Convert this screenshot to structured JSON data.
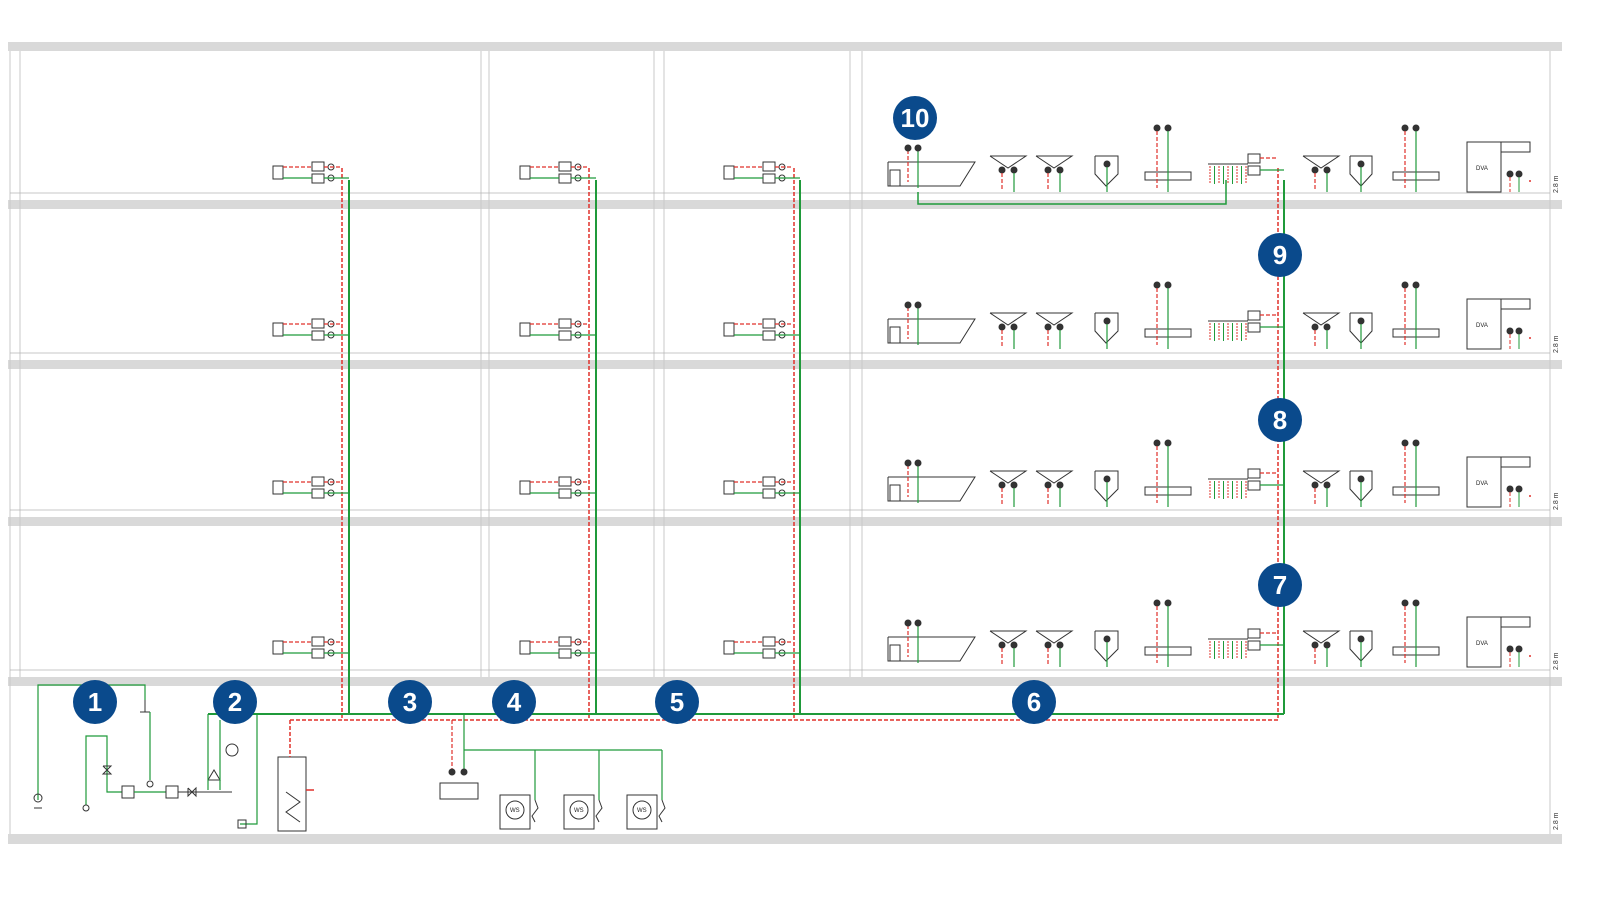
{
  "diagram": {
    "colors": {
      "background": "#ffffff",
      "slab": "#d9d9d9",
      "wall": "#c9c9c9",
      "cold_pipe": "#1f9a3a",
      "hot_pipe": "#e0302a",
      "fixture": "#333333",
      "marker": "#0a4a8c",
      "marker_text": "#ffffff"
    },
    "level_labels": [
      "2.8 m",
      "2.8 m",
      "2.8 m",
      "2.8 m",
      "2.8 m"
    ],
    "markers": [
      {
        "label": "1"
      },
      {
        "label": "2"
      },
      {
        "label": "3"
      },
      {
        "label": "4"
      },
      {
        "label": "5"
      },
      {
        "label": "6"
      },
      {
        "label": "7"
      },
      {
        "label": "8"
      },
      {
        "label": "9"
      },
      {
        "label": "10"
      }
    ],
    "appliance_labels": {
      "washing_machine": "WS",
      "shower": "DVA"
    }
  }
}
